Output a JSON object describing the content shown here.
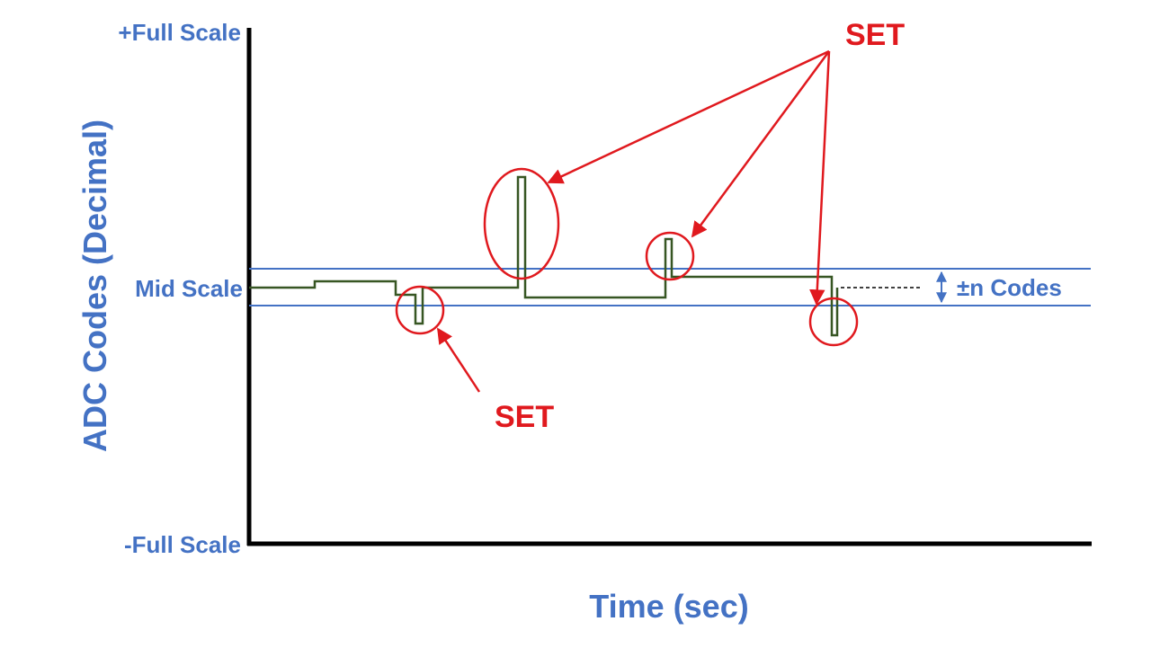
{
  "axes": {
    "y_title": "ADC Codes (Decimal)",
    "x_title": "Time (sec)",
    "y_top_label": "+Full Scale",
    "y_mid_label": "Mid Scale",
    "y_bottom_label": "-Full Scale"
  },
  "band": {
    "label": "±n Codes"
  },
  "annotations": {
    "set_top": "SET",
    "set_bottom": "SET"
  },
  "colors": {
    "axis_text": "#4472c4",
    "band_lines": "#4472c4",
    "signal": "#375623",
    "set_marker": "#e0191e",
    "axes_lines": "#000000"
  }
}
